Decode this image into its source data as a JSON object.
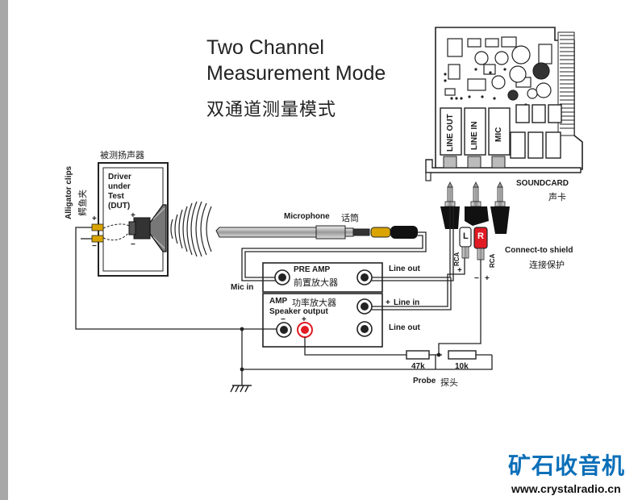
{
  "title": {
    "line1": "Two Channel",
    "line2": "Measurement Mode",
    "cn": "双通道测量模式"
  },
  "dut": {
    "cn_label": "被测扬声器",
    "label_lines": [
      "Driver",
      "under",
      "Test",
      "(DUT)"
    ]
  },
  "alligator": {
    "en": "Alligator clips",
    "cn": "鳄鱼夹"
  },
  "microphone": {
    "en": "Microphone",
    "cn": "话筒"
  },
  "preamp": {
    "en": "PRE AMP",
    "cn": "前置放大器",
    "line_out": "Line out",
    "mic_in": "Mic in"
  },
  "amp": {
    "en": "AMP",
    "cn": "功率放大器",
    "speaker_output": "Speaker output",
    "line_in": "Line in",
    "line_out": "Line out"
  },
  "soundcard": {
    "en": "SOUNDCARD",
    "cn": "声卡",
    "ports": [
      "LINE OUT",
      "LINE IN",
      "MIC"
    ]
  },
  "rca": {
    "left": "L",
    "right": "R",
    "tag": "RCA"
  },
  "shield": {
    "en": "Connect-to shield",
    "cn": "连接保护"
  },
  "probe": {
    "en": "Probe",
    "cn": "探头",
    "r1": "47k",
    "r2": "10k"
  },
  "signs": {
    "plus": "+",
    "minus": "−"
  },
  "brand": {
    "cn": "矿石收音机",
    "url": "www.crystalradio.cn"
  },
  "colors": {
    "red": "#e01b24",
    "line": "#222222",
    "brand": "#0b6fb8"
  }
}
